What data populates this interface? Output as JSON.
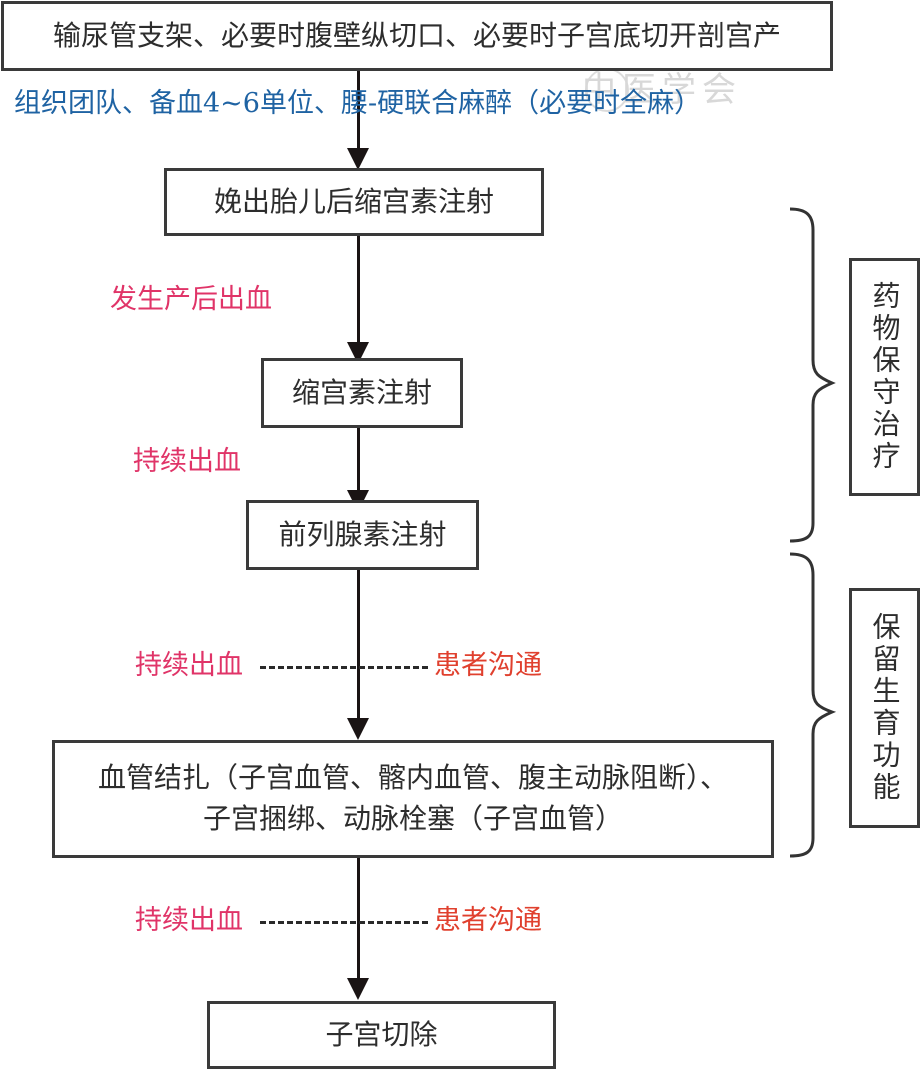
{
  "diagram": {
    "steps": {
      "top": "输尿管支架、必要时腹壁纵切口、必要时子宫底切开剖宫产",
      "step1": "娩出胎儿后缩宫素注射",
      "step2": "缩宫素注射",
      "step3": "前列腺素注射",
      "step4_line1": "血管结扎（子宫血管、髂内血管、腹主动脉阻断）、",
      "step4_line2": "子宫捆绑、动脉栓塞（子宫血管）",
      "step5": "子宫切除"
    },
    "annotations": {
      "preparation": "组织团队、备血4~6单位、腰-硬联合麻醉（必要时全麻）",
      "pph_occurs": "发生产后出血",
      "continued_bleeding_1": "持续出血",
      "continued_bleeding_2": "持续出血",
      "patient_communication_1": "患者沟通",
      "continued_bleeding_3": "持续出血",
      "patient_communication_2": "患者沟通"
    },
    "groups": {
      "drug_conservative": "药物保守治疗",
      "fertility_preservation": "保留生育功能"
    },
    "watermark": "中医学会",
    "colors": {
      "preparation_text": "#1f63a3",
      "bleeding_text": "#e03468",
      "communication_text": "#e0402e",
      "box_border": "#3a3a3a"
    }
  }
}
